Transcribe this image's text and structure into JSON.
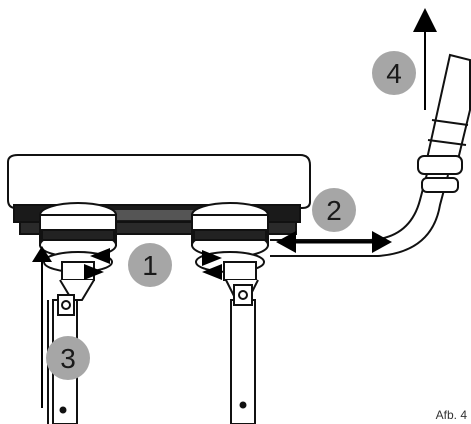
{
  "callouts": [
    {
      "id": "1",
      "label": "1"
    },
    {
      "id": "2",
      "label": "2"
    },
    {
      "id": "3",
      "label": "3"
    },
    {
      "id": "4",
      "label": "4"
    }
  ],
  "caption": "Afb. 4",
  "colors": {
    "badge_fill": "#a6a6a6",
    "stroke": "#111111",
    "arrow": "#000000"
  }
}
